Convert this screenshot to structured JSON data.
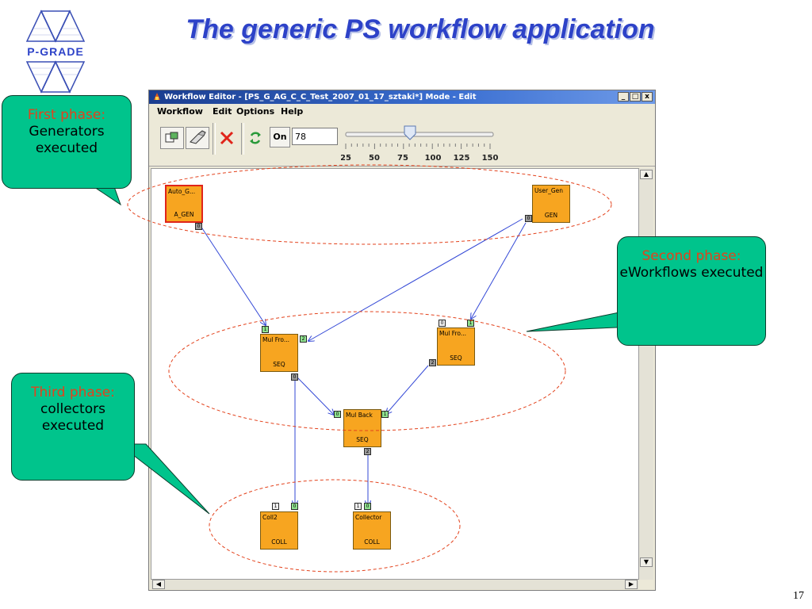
{
  "slide": {
    "title": "The generic PS workflow application",
    "page_number": "17",
    "logo_text": "P-GRADE"
  },
  "window": {
    "title": "Workflow Editor - [PS_G_AG_C_C_Test_2007_01_17_sztaki*] Mode - Edit",
    "buttons": [
      "_",
      "□",
      "x"
    ],
    "menu": [
      "Workflow",
      "Edit",
      "Options",
      "Help"
    ],
    "toolbar": {
      "on_label": "On",
      "zoom_value": "78",
      "slider_ticks": [
        "25",
        "50",
        "75",
        "100",
        "125",
        "150"
      ],
      "slider_value": 78
    }
  },
  "nodes": [
    {
      "id": "auto_gen",
      "title": "Auto_G...",
      "type": "A_GEN",
      "ports_in": [],
      "ports_out": [
        "0"
      ]
    },
    {
      "id": "user_gen",
      "title": "User_Gen",
      "type": "GEN",
      "ports_in": [],
      "ports_out": [
        "0"
      ]
    },
    {
      "id": "mul_fro_1",
      "title": "Mul Fro...",
      "type": "SEQ",
      "ports_in": [
        "1",
        "2"
      ],
      "ports_out": [
        "0"
      ]
    },
    {
      "id": "mul_fro_2",
      "title": "Mul Fro...",
      "type": "SEQ",
      "ports_in": [
        "0",
        "1"
      ],
      "ports_out": [
        "2"
      ]
    },
    {
      "id": "mul_back",
      "title": "Mul Back",
      "type": "SEQ",
      "ports_in": [
        "0",
        "1"
      ],
      "ports_out": [
        "2"
      ]
    },
    {
      "id": "coll2",
      "title": "Coll2",
      "type": "COLL",
      "ports_in": [
        "1",
        "0"
      ],
      "ports_out": []
    },
    {
      "id": "collector",
      "title": "Collector",
      "type": "COLL",
      "ports_in": [
        "1",
        "0"
      ],
      "ports_out": []
    }
  ],
  "callouts": [
    {
      "phase": "First phase:",
      "desc": "Generators executed"
    },
    {
      "phase": "Second phase:",
      "desc": "eWorkflows executed"
    },
    {
      "phase": "Third phase:",
      "desc": "collectors executed"
    }
  ],
  "colors": {
    "title": "#2d42c8",
    "node_fill": "#f7a520",
    "callout_fill": "#00c48c",
    "phase_text": "#e3421c",
    "edge": "#3348d6",
    "ellipse": "#e3421c"
  },
  "icons": [
    "app-icon",
    "open-workflow-icon",
    "edit-properties-icon",
    "delete-icon",
    "refresh-icon",
    "pgrade-logo"
  ]
}
